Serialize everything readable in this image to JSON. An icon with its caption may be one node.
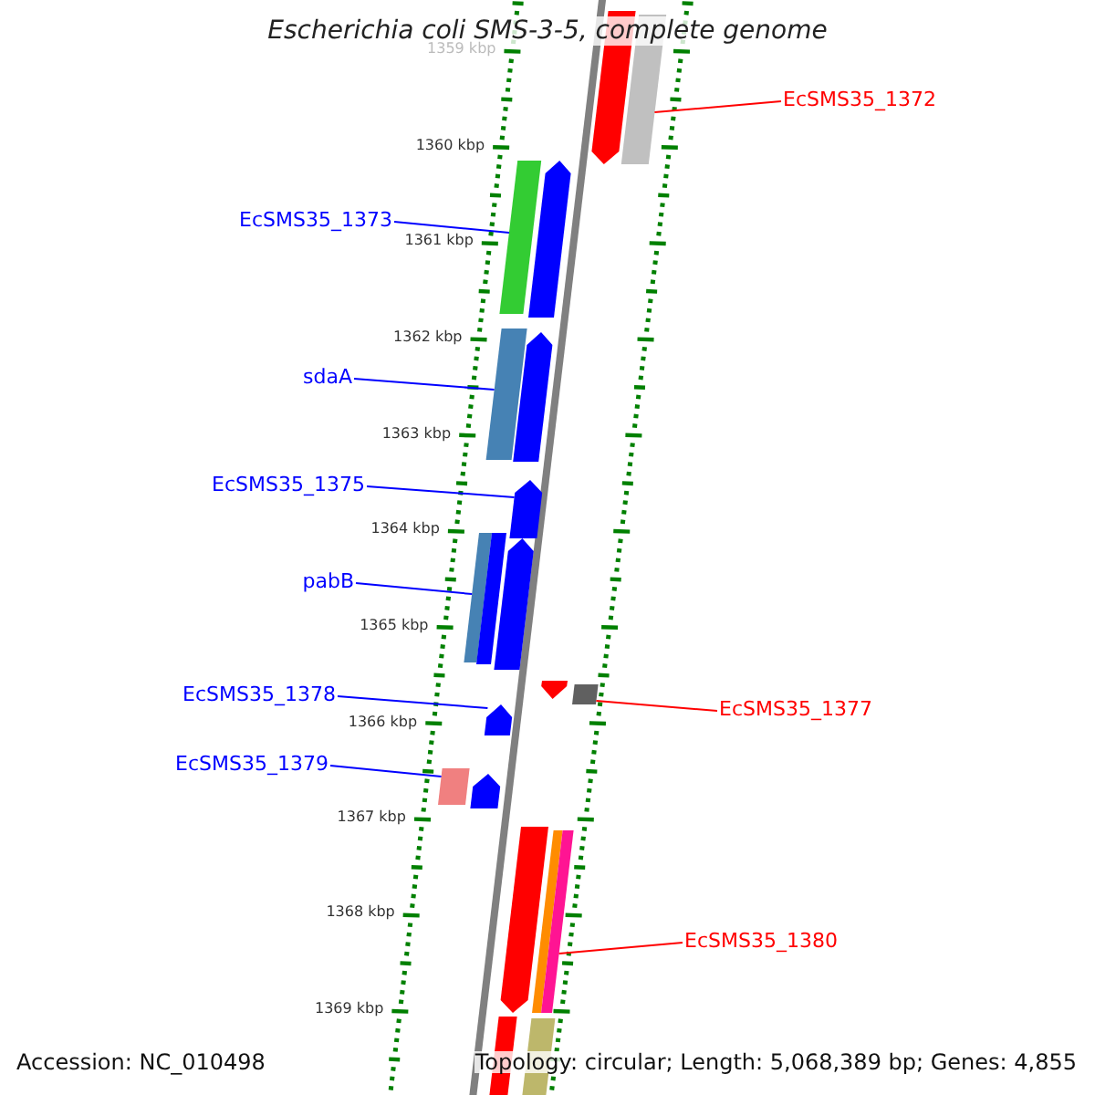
{
  "diagram": {
    "title": "Escherichia coli SMS-3-5, complete genome",
    "nodes": [
      {
        "text": [
          "EcSMS35_1372"
        ]
      },
      {
        "text": [
          "EcSMS35_1373"
        ]
      },
      {
        "text": [
          "sdaA"
        ]
      },
      {
        "text": [
          "EcSMS35_1375"
        ]
      },
      {
        "text": [
          "pabB"
        ]
      },
      {
        "text": [
          "EcSMS35_1378"
        ]
      },
      {
        "text": [
          "EcSMS35_1377"
        ]
      },
      {
        "text": [
          "EcSMS35_1379"
        ]
      },
      {
        "text": [
          "EcSMS35_1380"
        ]
      },
      {
        "text": [],
        "shape": "bar"
      },
      {
        "text": [],
        "shape": "bar"
      },
      {
        "text": [],
        "shape": "bar"
      },
      {
        "text": [],
        "shape": "bar"
      },
      {
        "text": [],
        "shape": "bar"
      },
      {
        "text": [],
        "shape": "bar"
      },
      {
        "text": [],
        "shape": "bar"
      },
      {
        "text": [],
        "shape": "bar"
      },
      {
        "text": [],
        "shape": "bar"
      },
      {
        "text": [],
        "shape": "bar"
      },
      {
        "text": [],
        "shape": "bar"
      },
      {
        "text": [],
        "shape": "bar"
      },
      {
        "text": [],
        "shape": "bar"
      },
      {
        "text": [],
        "shape": "bar"
      },
      {
        "text": [],
        "shape": "bar"
      },
      {
        "text": [],
        "shape": "bar"
      },
      {
        "text": [],
        "shape": "bar"
      },
      {
        "text": [],
        "shape": "bar"
      },
      {
        "text": [],
        "shape": "bar"
      },
      {
        "text": [],
        "shape": "bar"
      }
    ],
    "edges": [
      {
        "from": 0,
        "to": 10,
        "arrow": "none",
        "color": "#ff0000"
      },
      {
        "from": 1,
        "to": 11,
        "arrow": "none"
      },
      {
        "from": 2,
        "to": 13,
        "arrow": "none"
      },
      {
        "from": 3,
        "to": 15,
        "arrow": "none"
      },
      {
        "from": 4,
        "to": 16,
        "arrow": "none"
      },
      {
        "from": 5,
        "to": 21,
        "arrow": "none"
      },
      {
        "from": 6,
        "to": 20,
        "arrow": "none",
        "color": "#ff0000"
      },
      {
        "from": 7,
        "to": 22,
        "arrow": "none"
      },
      {
        "from": 8,
        "to": 26,
        "arrow": "none",
        "color": "#ff0000"
      }
    ],
    "labels": [
      "1359 kbp",
      "1360 kbp",
      "1361 kbp",
      "1362 kbp",
      "1363 kbp",
      "1364 kbp",
      "1365 kbp",
      "1366 kbp",
      "1367 kbp",
      "1368 kbp",
      "1369 kbp",
      "Accession: NC_010498",
      "Topology: circular; Length: 5,068,389 bp; Genes: 4,855"
    ]
  }
}
